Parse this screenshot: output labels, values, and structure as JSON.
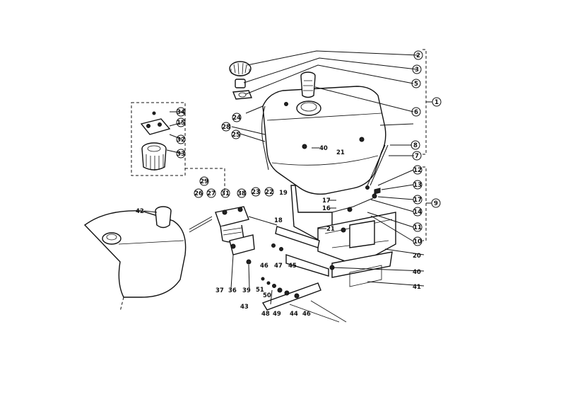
{
  "diagram": {
    "callouts": [
      {
        "id": "c2a",
        "text": "2"
      },
      {
        "id": "c3",
        "text": "3"
      },
      {
        "id": "c5",
        "text": "5"
      },
      {
        "id": "c6",
        "text": "6"
      },
      {
        "id": "c1",
        "text": "1"
      },
      {
        "id": "c8",
        "text": "8"
      },
      {
        "id": "c7",
        "text": "7"
      },
      {
        "id": "c12",
        "text": "12"
      },
      {
        "id": "c13",
        "text": "13"
      },
      {
        "id": "c17",
        "text": "17"
      },
      {
        "id": "c14",
        "text": "14"
      },
      {
        "id": "c9",
        "text": "9"
      },
      {
        "id": "c11",
        "text": "11"
      },
      {
        "id": "c10",
        "text": "10"
      },
      {
        "id": "c34",
        "text": "34"
      },
      {
        "id": "c15",
        "text": "15"
      },
      {
        "id": "c32",
        "text": "32"
      },
      {
        "id": "c33",
        "text": "33"
      },
      {
        "id": "c24",
        "text": "24"
      },
      {
        "id": "c28",
        "text": "28"
      },
      {
        "id": "c25",
        "text": "25"
      },
      {
        "id": "c29",
        "text": "29"
      },
      {
        "id": "c26",
        "text": "26"
      },
      {
        "id": "c27",
        "text": "27"
      },
      {
        "id": "c31",
        "text": "31"
      },
      {
        "id": "c38",
        "text": "38"
      },
      {
        "id": "c23",
        "text": "23"
      },
      {
        "id": "c22",
        "text": "22"
      }
    ],
    "plain_labels": [
      {
        "id": "l40a",
        "text": "40"
      },
      {
        "id": "l21a",
        "text": "21"
      },
      {
        "id": "l19",
        "text": "19"
      },
      {
        "id": "l17",
        "text": "17"
      },
      {
        "id": "l16",
        "text": "16"
      },
      {
        "id": "l21b",
        "text": "21"
      },
      {
        "id": "l18",
        "text": "18"
      },
      {
        "id": "l20",
        "text": "20"
      },
      {
        "id": "l40b",
        "text": "40"
      },
      {
        "id": "l41",
        "text": "41"
      },
      {
        "id": "l42",
        "text": "42"
      },
      {
        "id": "l46a",
        "text": "46"
      },
      {
        "id": "l47",
        "text": "47"
      },
      {
        "id": "l45",
        "text": "45"
      },
      {
        "id": "l37",
        "text": "37"
      },
      {
        "id": "l36",
        "text": "36"
      },
      {
        "id": "l39",
        "text": "39"
      },
      {
        "id": "l51",
        "text": "51"
      },
      {
        "id": "l50",
        "text": "50"
      },
      {
        "id": "l43",
        "text": "43"
      },
      {
        "id": "l48",
        "text": "48"
      },
      {
        "id": "l49",
        "text": "49"
      },
      {
        "id": "l44",
        "text": "44"
      },
      {
        "id": "l46b",
        "text": "46"
      }
    ]
  }
}
